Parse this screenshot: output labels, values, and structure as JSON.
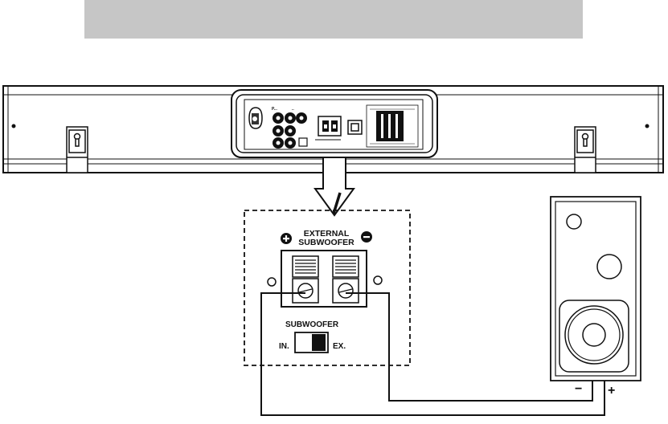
{
  "header_bar": {
    "text": "",
    "color": "#c6c6c6"
  },
  "connector_panel": {
    "title_line1": "EXTERNAL",
    "title_line2": "SUBWOOFER",
    "plus_symbol": "+",
    "minus_symbol": "−"
  },
  "subwoofer_switch": {
    "title": "SUBWOOFER",
    "left_label": "IN.",
    "right_label": "EX.",
    "position": "EX."
  },
  "external_speaker": {
    "minus_label": "−",
    "plus_label": "+"
  },
  "colors": {
    "line": "#111111",
    "panel_grey": "#c6c6c6",
    "arrow_fill": "#ffffff"
  }
}
